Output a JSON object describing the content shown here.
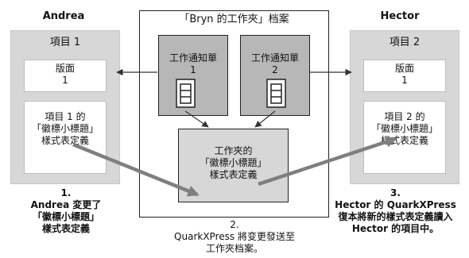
{
  "andrea": {
    "name": "Andrea",
    "project": "項目 1",
    "layout": "版面\n1",
    "style_def": "項目 1 的\n「徽標小標題」\n樣式表定義"
  },
  "bryn": {
    "title": "「Bryn 的工作夾」档案",
    "job1": "工作通知單\n1",
    "job2": "工作通知單\n2",
    "folder_style": "工作夾的\n「徽標小標題」\n樣式表定義"
  },
  "hector": {
    "name": "Hector",
    "project": "項目 2",
    "layout": "版面\n1",
    "style_def": "項目 2 的\n「徽標小標題」\n樣式表定義"
  },
  "steps": {
    "step1": "1.\nAndrea 変更了\n「徽標小標題」\n樣式表定義",
    "step2": "2.\nQuarkXPress 將变更發送至\n工作夾档案。",
    "step3": "3.\nHector 的 QuarkXPress\n復本將新的樣式表定義讀入\nHector 的項目中。"
  }
}
